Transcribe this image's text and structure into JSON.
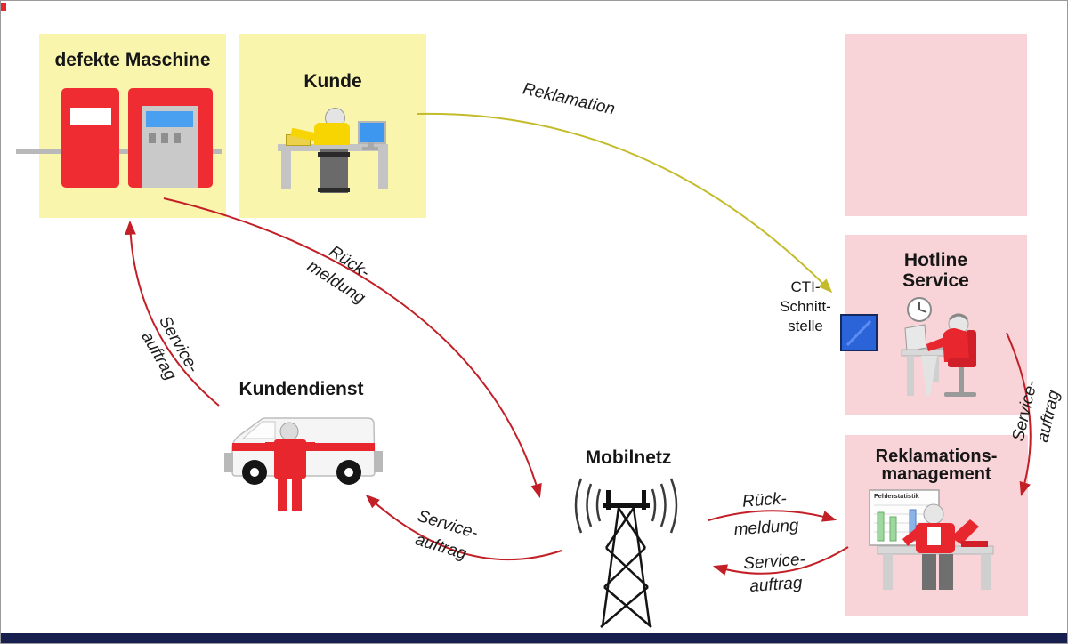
{
  "colors": {
    "box_yellow": "#faf5ad",
    "box_pink": "#f8d3d7",
    "accent_red": "#ee2c31",
    "arrow_red": "#c21f26",
    "arrow_olive": "#c3bb2a",
    "cti_blue": "#2b64d8",
    "footer_navy": "#161f4e"
  },
  "boxes": {
    "defekte_maschine": {
      "label": "defekte Maschine"
    },
    "kunde": {
      "label": "Kunde"
    },
    "hotline": {
      "line1": "Hotline",
      "line2": "Service"
    },
    "reklamation": {
      "line1": "Reklamations-",
      "line2": "management"
    }
  },
  "nodes": {
    "kundendienst": {
      "label": "Kundendienst"
    },
    "mobilnetz": {
      "label": "Mobilnetz"
    },
    "cti": {
      "line1": "CTI-",
      "line2": "Schnitt-",
      "line3": "stelle"
    },
    "fehlerstatistik": {
      "title": "Fehlerstatistik"
    }
  },
  "arrows": {
    "reklamation": {
      "label": "Reklamation"
    },
    "rueckmeldung_maschine": {
      "line1": "Rück-",
      "line2": "meldung"
    },
    "serviceauftrag_maschine": {
      "line1": "Service-",
      "line2": "auftrag"
    },
    "serviceauftrag_kundendienst": {
      "line1": "Service-",
      "line2": "auftrag"
    },
    "rueckmeldung_reklamation": {
      "line1": "Rück-",
      "line2": "meldung"
    },
    "serviceauftrag_mobilnetz": {
      "line1": "Service-",
      "line2": "auftrag"
    },
    "serviceauftrag_hotline": {
      "line1": "Service-",
      "line2": "auftrag"
    }
  }
}
